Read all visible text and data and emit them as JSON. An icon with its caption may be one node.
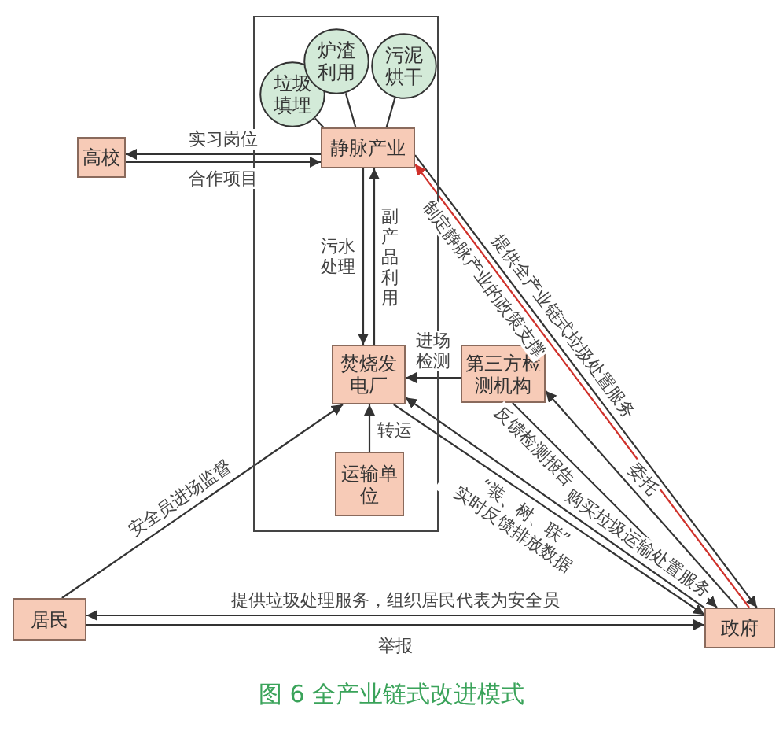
{
  "diagram": {
    "caption": "图 6 全产业链式改进模式",
    "nodes": [
      {
        "text": [],
        "shape": "box"
      },
      {
        "text": [
          "垃圾填埋"
        ],
        "in": 0
      },
      {
        "text": [
          "炉渣利用"
        ],
        "in": 0
      },
      {
        "text": [
          "污泥烘干"
        ],
        "in": 0
      },
      {
        "text": [
          "静脉产业"
        ],
        "in": 0
      },
      {
        "text": [
          "焚烧发电厂"
        ],
        "in": 0
      },
      {
        "text": [
          "运输单位"
        ],
        "in": 0
      },
      {
        "text": [
          "高校"
        ]
      },
      {
        "text": [
          "第三方检测机构"
        ]
      },
      {
        "text": [
          "居民"
        ]
      },
      {
        "text": [
          "政府"
        ]
      }
    ],
    "edges": [
      {
        "from": 4,
        "to": 7,
        "arrow": "to",
        "label": "实习岗位"
      },
      {
        "from": 7,
        "to": 4,
        "arrow": "to",
        "label": "合作项目"
      },
      {
        "from": 1,
        "to": 4,
        "arrow": "none"
      },
      {
        "from": 2,
        "to": 4,
        "arrow": "none"
      },
      {
        "from": 3,
        "to": 4,
        "arrow": "none"
      },
      {
        "from": 4,
        "to": 5,
        "arrow": "to",
        "label": "污水处理"
      },
      {
        "from": 5,
        "to": 4,
        "arrow": "to",
        "label": "副产品利用"
      },
      {
        "from": 8,
        "to": 5,
        "arrow": "to",
        "label": "进场检测"
      },
      {
        "from": 6,
        "to": 5,
        "arrow": "to",
        "label": "转运"
      },
      {
        "from": 9,
        "to": 5,
        "arrow": "to",
        "label": "安全员进场监督"
      },
      {
        "from": 10,
        "to": 9,
        "arrow": "to",
        "label": "提供垃圾处理服务，组织居民代表为安全员"
      },
      {
        "from": 9,
        "to": 10,
        "arrow": "to",
        "label": "举报"
      },
      {
        "from": 4,
        "to": 10,
        "arrow": "to",
        "label": "提供全产业链式垃圾处置服务"
      },
      {
        "from": 10,
        "to": 4,
        "arrow": "to",
        "label": "制定静脉产业的政策支撑",
        "color": "#d0302a"
      },
      {
        "from": 8,
        "to": 10,
        "arrow": "to",
        "label": "反馈检测报告"
      },
      {
        "from": 10,
        "to": 8,
        "arrow": "to",
        "label": "委托"
      },
      {
        "from": 10,
        "to": 5,
        "arrow": "to",
        "label": "购买垃圾运输处置服务"
      },
      {
        "from": 5,
        "to": 10,
        "arrow": "to",
        "label": "“装、树、联” 实时反馈排放数据"
      }
    ]
  }
}
